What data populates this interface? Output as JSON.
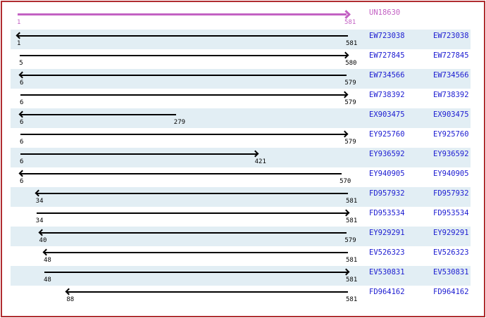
{
  "colors": {
    "frame_border": "#b02c30",
    "row_band": "#e2eef4",
    "reference": "#c361c3",
    "accession_link": "#1b1bd1",
    "alignment_line": "#000000"
  },
  "chart_data": {
    "type": "alignment-track",
    "coord_min": 1,
    "coord_max": 581,
    "legend_position": "none",
    "grid": false,
    "reference": {
      "name": "UN18630",
      "start": 1,
      "end": 581,
      "strand": "+"
    },
    "alignments": [
      {
        "name": "EW723038",
        "start": 1,
        "end": 581,
        "strand": "-"
      },
      {
        "name": "EW727845",
        "start": 5,
        "end": 580,
        "strand": "+"
      },
      {
        "name": "EW734566",
        "start": 6,
        "end": 579,
        "strand": "-"
      },
      {
        "name": "EW738392",
        "start": 6,
        "end": 579,
        "strand": "+"
      },
      {
        "name": "EX903475",
        "start": 6,
        "end": 279,
        "strand": "-"
      },
      {
        "name": "EY925760",
        "start": 6,
        "end": 579,
        "strand": "+"
      },
      {
        "name": "EY936592",
        "start": 6,
        "end": 421,
        "strand": "+"
      },
      {
        "name": "EY940905",
        "start": 6,
        "end": 570,
        "strand": "-"
      },
      {
        "name": "FD957932",
        "start": 34,
        "end": 581,
        "strand": "-"
      },
      {
        "name": "FD953534",
        "start": 34,
        "end": 581,
        "strand": "+"
      },
      {
        "name": "EY929291",
        "start": 40,
        "end": 579,
        "strand": "-"
      },
      {
        "name": "EV526323",
        "start": 48,
        "end": 581,
        "strand": "-"
      },
      {
        "name": "EV530831",
        "start": 48,
        "end": 581,
        "strand": "+"
      },
      {
        "name": "FD964162",
        "start": 88,
        "end": 581,
        "strand": "-"
      }
    ]
  }
}
